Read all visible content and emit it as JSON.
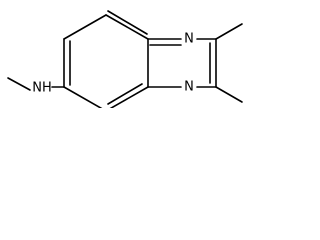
{
  "molecule": {
    "atoms": {
      "n1": "N",
      "n2": "N",
      "nh": "NH"
    }
  }
}
